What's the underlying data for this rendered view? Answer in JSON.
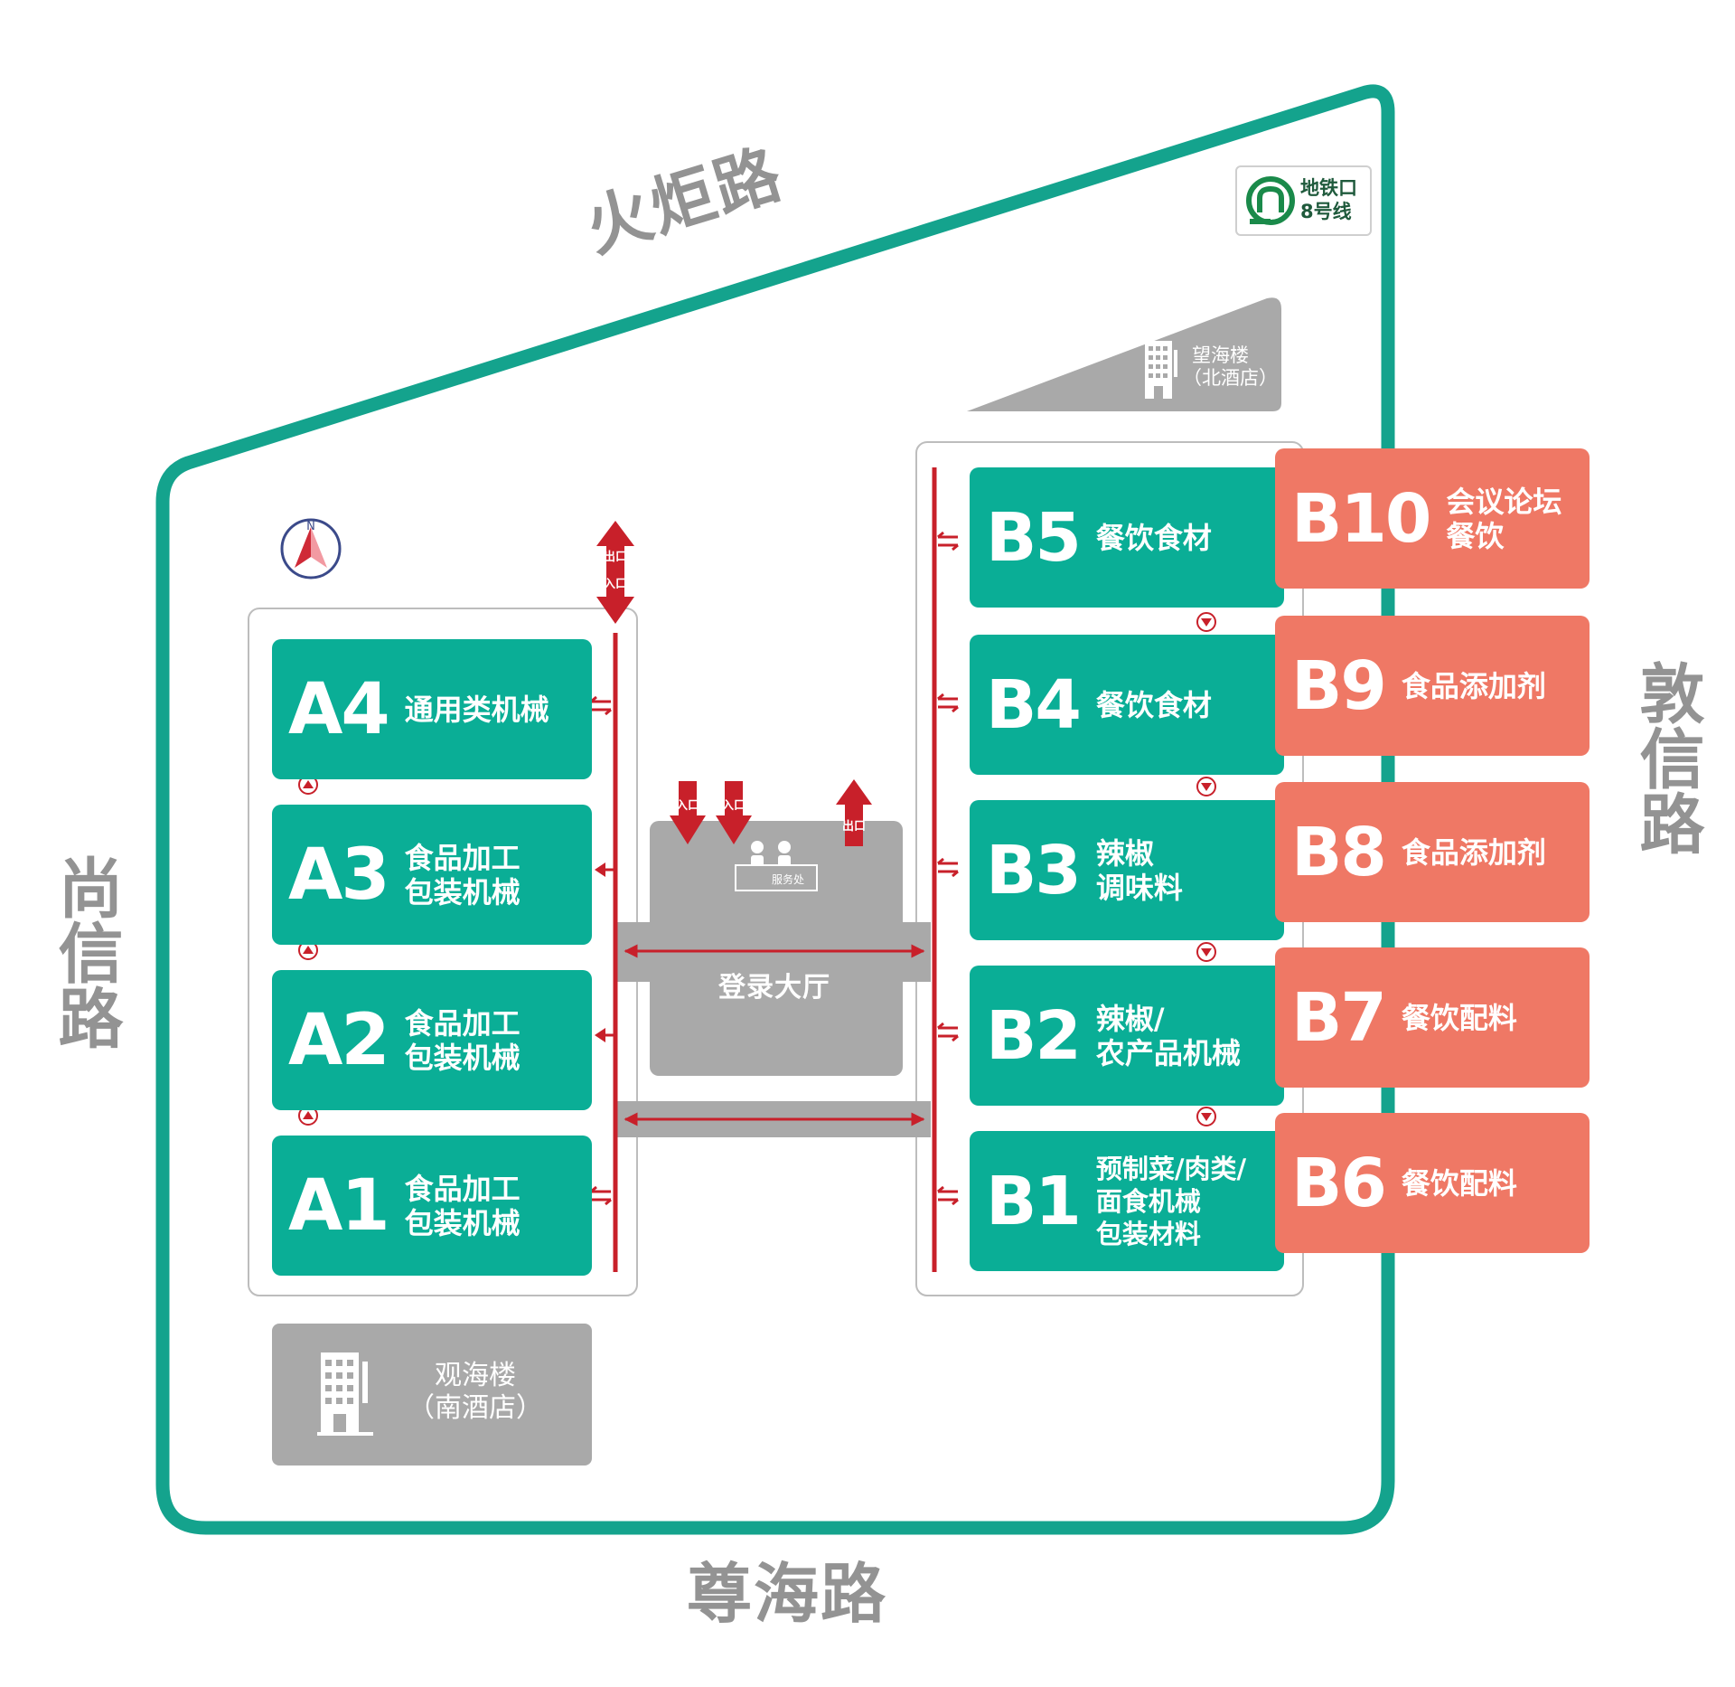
{
  "roads": {
    "north": "火炬路",
    "west": "尚信路",
    "east": "敦信路",
    "south": "尊海路"
  },
  "metro": {
    "line1": "地铁口",
    "line2": "8号线",
    "icon": "metro-logo-icon"
  },
  "hotels": {
    "north": {
      "line1": "望海楼",
      "line2": "（北酒店）",
      "icon": "hotel-building-icon"
    },
    "south": {
      "line1": "观海楼",
      "line2": "（南酒店）",
      "icon": "hotel-building-icon"
    }
  },
  "compass": {
    "label": "N",
    "icon": "compass-icon"
  },
  "lobby": {
    "label": "登录大厅",
    "service_desk": "服务处",
    "entrance": "入口",
    "exit": "出口"
  },
  "halls_a": [
    {
      "code": "A4",
      "lines": [
        "通用类机械"
      ]
    },
    {
      "code": "A3",
      "lines": [
        "食品加工",
        "包装机械"
      ]
    },
    {
      "code": "A2",
      "lines": [
        "食品加工",
        "包装机械"
      ]
    },
    {
      "code": "A1",
      "lines": [
        "食品加工",
        "包装机械"
      ]
    }
  ],
  "halls_b": [
    {
      "code": "B5",
      "lines": [
        "餐饮食材"
      ]
    },
    {
      "code": "B4",
      "lines": [
        "餐饮食材"
      ]
    },
    {
      "code": "B3",
      "lines": [
        "辣椒",
        "调味料"
      ]
    },
    {
      "code": "B2",
      "lines": [
        "辣椒/",
        "农产品机械"
      ]
    },
    {
      "code": "B1",
      "lines": [
        "预制菜/肉类/",
        "面食机械",
        "包装材料"
      ]
    }
  ],
  "halls_b_outer": [
    {
      "code": "B10",
      "lines": [
        "会议论坛",
        "餐饮"
      ]
    },
    {
      "code": "B9",
      "lines": [
        "食品添加剂"
      ]
    },
    {
      "code": "B8",
      "lines": [
        "食品添加剂"
      ]
    },
    {
      "code": "B7",
      "lines": [
        "餐饮配料"
      ]
    },
    {
      "code": "B6",
      "lines": [
        "餐饮配料"
      ]
    }
  ],
  "colors": {
    "site_border": "#14a38d",
    "hall_teal": "#0aae96",
    "hall_coral": "#ef7865",
    "corridor_red": "#c8202a",
    "building_gray": "#a9a9a9",
    "road_text": "#939393"
  }
}
